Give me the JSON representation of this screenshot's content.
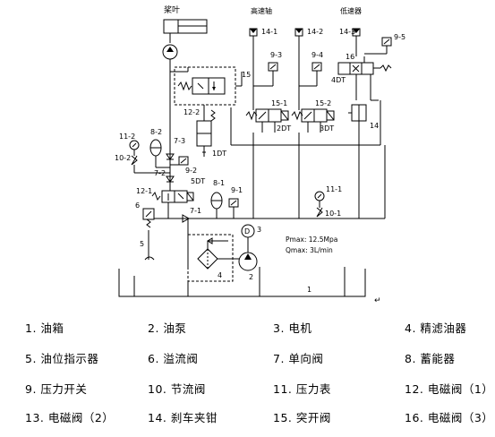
{
  "top_labels": {
    "paddle": "桨叶",
    "high_speed_eng": "高速轴",
    "low_speed_eng": "低速器"
  },
  "callouts": {
    "c14_1": "14-1",
    "c14_2": "14-2",
    "c14_3": "14-3",
    "c9_3": "9-3",
    "c9_4": "9-4",
    "c9_5": "9-5",
    "c16": "16",
    "c4dt": "4DT",
    "c15": "15",
    "c12_2": "12-2",
    "c1dt": "1DT",
    "c15_1": "15-1",
    "c15_2": "15-2",
    "c2dt": "2DT",
    "c3dt": "3DT",
    "c14": "14",
    "c11_2": "11-2",
    "c10_2": "10-2",
    "c8_2": "8-2",
    "c7_3": "7-3",
    "c9_2": "9-2",
    "c7_2": "7-2",
    "c5dt": "5DT",
    "c12_1": "12-1",
    "c8_1": "8-1",
    "c9_1": "9-1",
    "c7_1": "7-1",
    "c6": "6",
    "c11_1": "11-1",
    "c10_1": "10-1",
    "c5": "5",
    "c3": "3",
    "c2": "2",
    "c4": "4",
    "c1": "1"
  },
  "specs": {
    "pmax": "Pmax: 12.5Mpa",
    "qmax": "Qmax:   3L/min"
  },
  "legend": [
    [
      "1.  油箱",
      "2.  油泵",
      "3.  电机",
      "4.  精滤油器"
    ],
    [
      "5.  油位指示器",
      "6.  溢流阀",
      "7.  单向阀",
      "8.  蓄能器"
    ],
    [
      "9.  压力开关",
      "10.  节流阀",
      "11.  压力表",
      "12.  电磁阀（1）"
    ],
    [
      "13.  电磁阀（2）",
      "14.  刹车夹钳",
      "15.  突开阀",
      "16.  电磁阀（3）"
    ]
  ],
  "icons": {
    "paragraph_mark": "↵"
  }
}
